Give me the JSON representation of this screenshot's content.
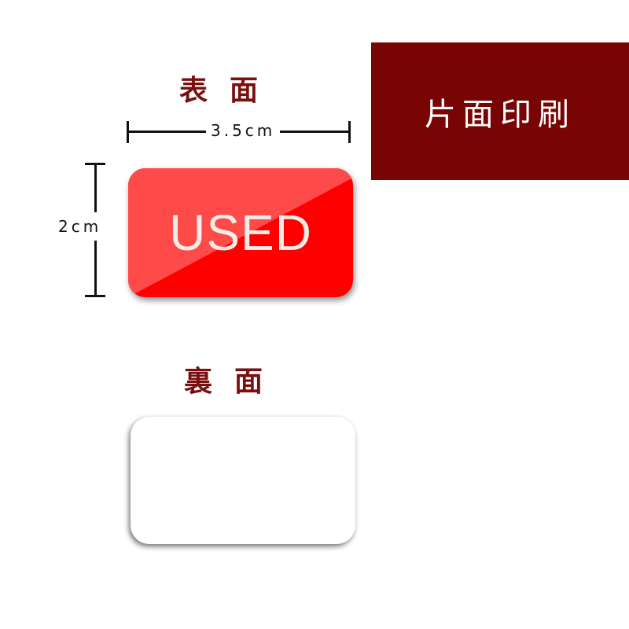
{
  "front": {
    "title": "表面",
    "width_label": "3.5cm",
    "height_label": "2cm",
    "card_text": "USED",
    "card_color": "#fe0000",
    "text_color": "#f1ece6"
  },
  "back": {
    "title": "裏面",
    "card_color": "#ffffff"
  },
  "banner": {
    "text": "片面印刷",
    "color": "#780404"
  }
}
